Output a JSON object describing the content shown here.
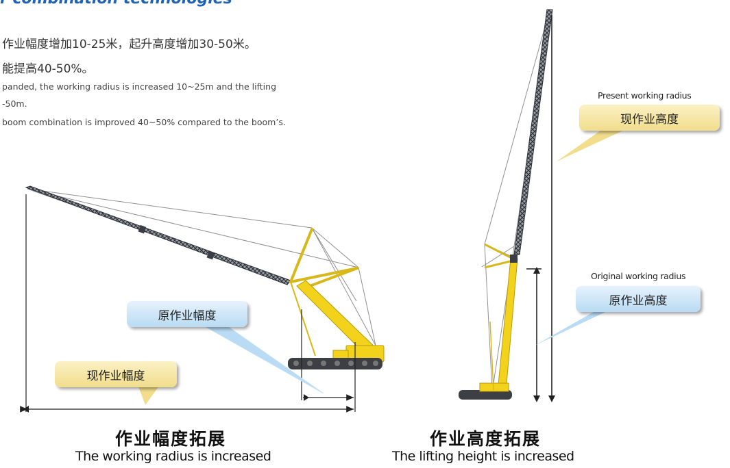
{
  "heading": "r combination technologies",
  "intro": {
    "cn_1": "作业幅度增加10-25米，起升高度增加30-50米。",
    "cn_2": "能提高40-50%。",
    "en_1": "panded, the working radius is increased 10~25m and the lifting",
    "en_2": "-50m.",
    "en_3": "boom combination is improved 40~50% compared to the boom’s."
  },
  "left_panel": {
    "present_radius_callout": "现作业幅度",
    "original_radius_callout": "原作业幅度",
    "caption_cn": "作业幅度拓展",
    "caption_en": "The working radius is increased"
  },
  "right_panel": {
    "present_label_en": "Present working radius",
    "present_height_callout": "现作业高度",
    "original_label_en": "Original working radius",
    "original_height_callout": "原作业高度",
    "caption_cn": "作业高度拓展",
    "caption_en": "The lifting height is increased"
  },
  "colors": {
    "heading_blue": "#1e63b4",
    "crane_yellow": "#f2d21b",
    "boom_dark": "#3a3d44",
    "callout_yellow": "#f1dd8c",
    "callout_blue": "#b9dbf3"
  }
}
